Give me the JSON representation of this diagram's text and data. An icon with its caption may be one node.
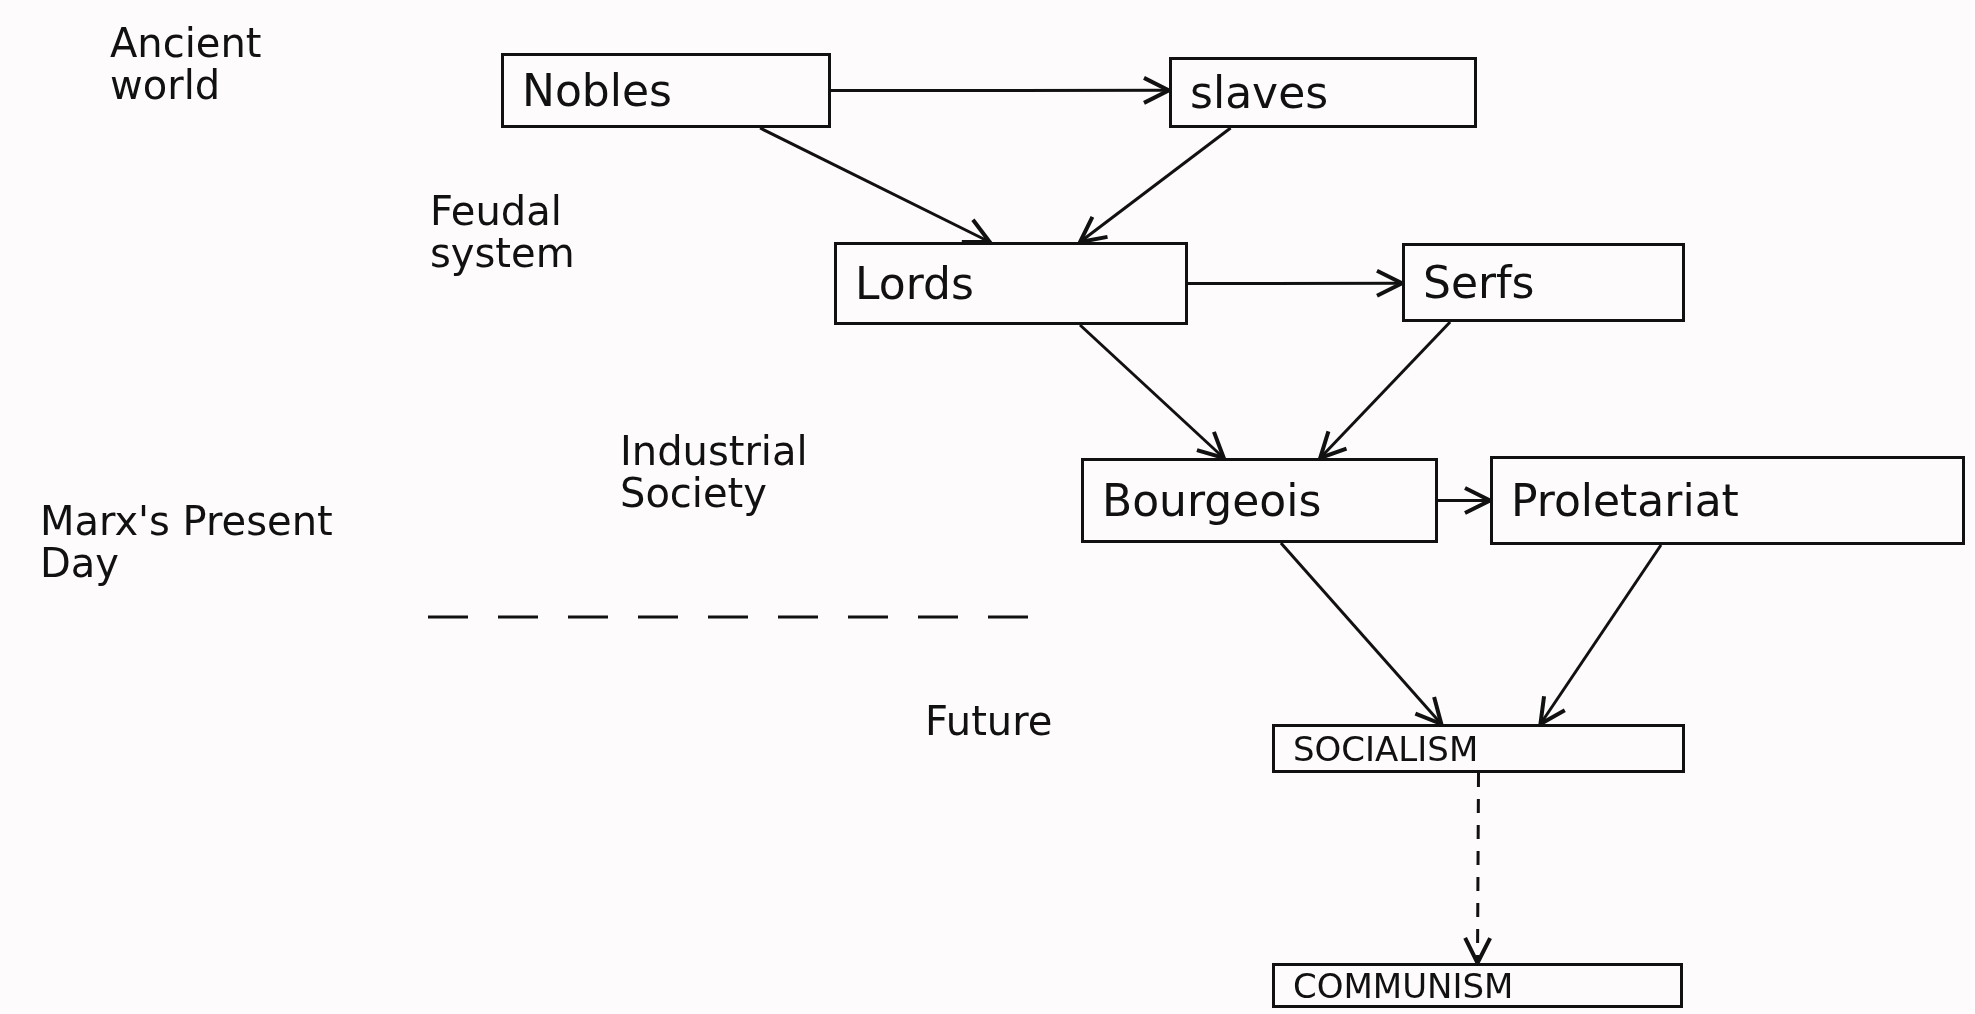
{
  "diagram": {
    "nodes": [
      {
        "text": [
          "Nobles"
        ]
      },
      {
        "text": [
          "slaves"
        ]
      },
      {
        "text": [
          "Lords"
        ]
      },
      {
        "text": [
          "Serfs"
        ]
      },
      {
        "text": [
          "Bourgeois"
        ]
      },
      {
        "text": [
          "Proletariat"
        ]
      },
      {
        "text": [
          "SOCIALISM"
        ]
      },
      {
        "text": [
          "COMMUNISM"
        ]
      }
    ],
    "edges": [
      {
        "from": 0,
        "to": 1,
        "arrow": "to"
      },
      {
        "from": 0,
        "to": 2,
        "arrow": "to"
      },
      {
        "from": 1,
        "to": 2,
        "arrow": "to"
      },
      {
        "from": 2,
        "to": 3,
        "arrow": "to"
      },
      {
        "from": 2,
        "to": 4,
        "arrow": "to"
      },
      {
        "from": 3,
        "to": 4,
        "arrow": "to"
      },
      {
        "from": 4,
        "to": 5,
        "arrow": "to"
      },
      {
        "from": 4,
        "to": 6,
        "arrow": "to"
      },
      {
        "from": 5,
        "to": 6,
        "arrow": "to"
      },
      {
        "from": 6,
        "to": 7,
        "arrow": "to",
        "style": "dashed"
      }
    ],
    "labels": [
      "Ancient world",
      "Feudal system",
      "Industrial Society",
      "Marx's Present Day",
      "Future"
    ]
  }
}
